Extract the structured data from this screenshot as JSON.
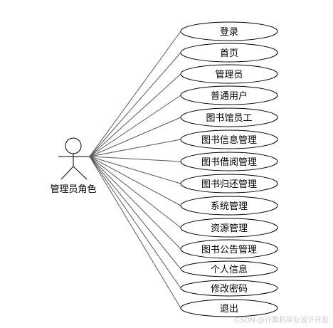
{
  "diagram": {
    "actor": {
      "label": "管理员角色"
    },
    "use_cases": [
      {
        "id": "login",
        "label": "登录"
      },
      {
        "id": "home",
        "label": "首页"
      },
      {
        "id": "admin",
        "label": "管理员"
      },
      {
        "id": "regular-user",
        "label": "普通用户"
      },
      {
        "id": "library-staff",
        "label": "图书馆员工"
      },
      {
        "id": "book-info-mgmt",
        "label": "图书信息管理"
      },
      {
        "id": "book-borrow-mgmt",
        "label": "图书借阅管理"
      },
      {
        "id": "book-return-mgmt",
        "label": "图书归还管理"
      },
      {
        "id": "system-mgmt",
        "label": "系统管理"
      },
      {
        "id": "resource-mgmt",
        "label": "资源管理"
      },
      {
        "id": "book-notice-mgmt",
        "label": "图书公告管理"
      },
      {
        "id": "personal-info",
        "label": "个人信息"
      },
      {
        "id": "change-password",
        "label": "修改密码"
      },
      {
        "id": "logout",
        "label": "退出"
      }
    ],
    "colors": {
      "stroke": "#000000",
      "line": "#5a5a5a",
      "background": "#ffffff"
    }
  },
  "watermark": {
    "text": "CSDN @计算机毕业设计开发"
  }
}
